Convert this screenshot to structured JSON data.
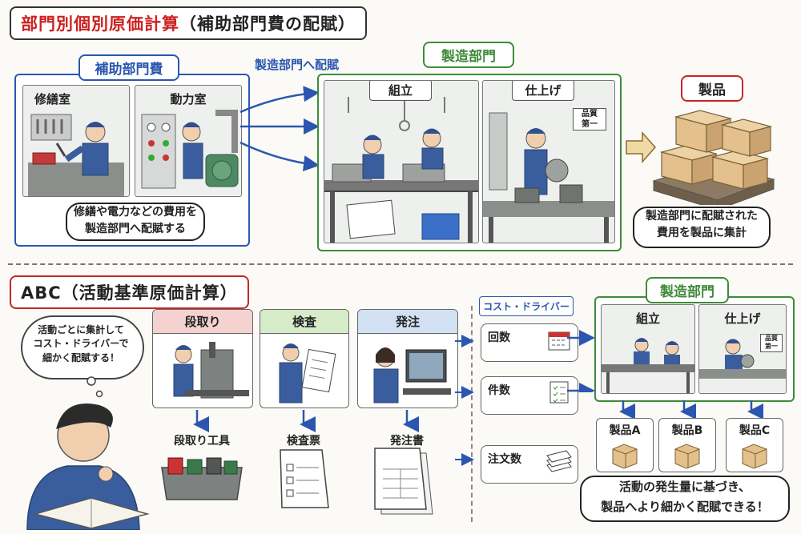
{
  "top": {
    "title_red": "部門別個別原価計算",
    "title_paren": "（補助部門費の配賦）",
    "aux_label": "補助部門費",
    "aux_scene1": "修繕室",
    "aux_scene2": "動力室",
    "aux_note": "修繕や電力などの費用を\n製造部門へ配賦する",
    "allocate_label": "製造部門へ配賦",
    "mfg_label": "製造部門",
    "mfg_scene1": "組立",
    "mfg_scene2": "仕上げ",
    "quality_sign": "品質\n第一",
    "product_label": "製品",
    "product_note": "製造部門に配賦された\n費用を製品に集計"
  },
  "bottom": {
    "title": "ABC（活動基準原価計算）",
    "thought": "活動ごとに集計して\nコスト・ドライバーで\n細かく配賦する！",
    "activities": [
      {
        "label": "段取り",
        "output": "段取り工具"
      },
      {
        "label": "検査",
        "output": "検査票"
      },
      {
        "label": "発注",
        "output": "発注書"
      }
    ],
    "driver_label": "コスト・ドライバー",
    "drivers": [
      "回数",
      "件数",
      "注文数"
    ],
    "mfg_label": "製造部門",
    "mfg_scene1": "組立",
    "mfg_scene2": "仕上げ",
    "quality_sign": "品質\n第一",
    "products": [
      "製品A",
      "製品B",
      "製品C"
    ],
    "note": "活動の発生量に基づき、\n製品へより細かく配賦できる！"
  }
}
